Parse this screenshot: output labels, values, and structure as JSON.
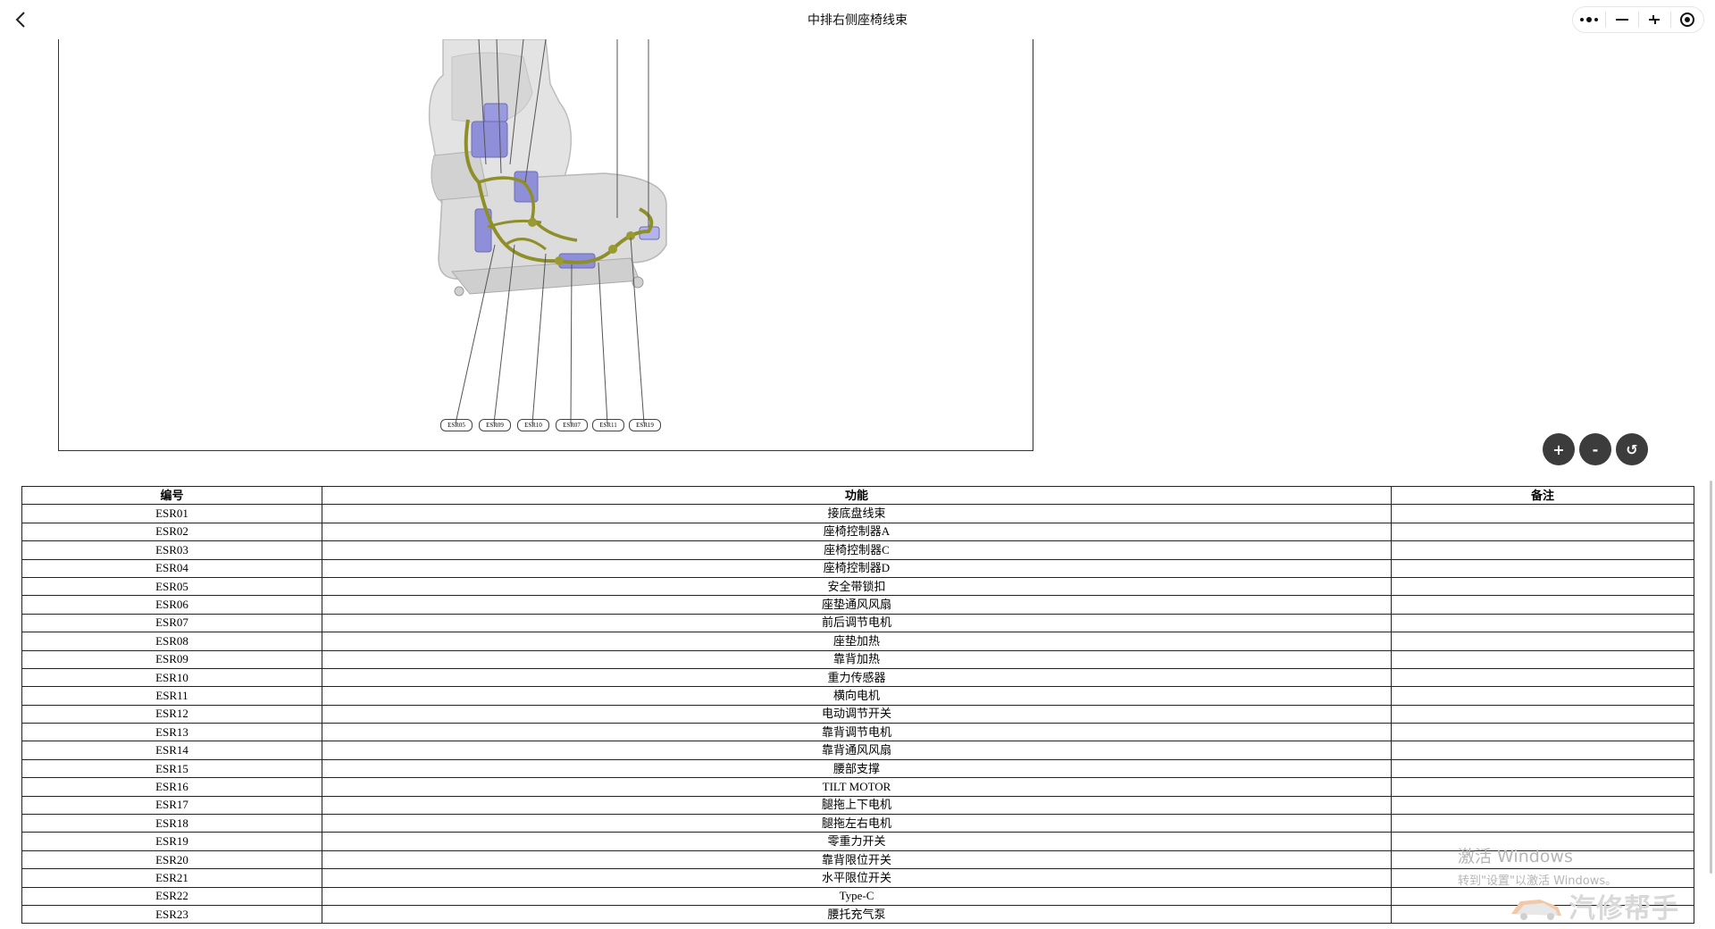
{
  "header": {
    "title": "中排右侧座椅线束"
  },
  "capsule": {
    "icons": [
      "more-icon",
      "minimize-icon",
      "shrink-icon",
      "close-circle-icon"
    ]
  },
  "diagram": {
    "labels": [
      "ESR05",
      "ESR09",
      "ESR10",
      "ESR07",
      "ESR11",
      "ESR19"
    ]
  },
  "zoom": {
    "zoom_in_label": "+",
    "zoom_out_label": "-",
    "reset_label": "↺"
  },
  "table": {
    "headers": [
      "编号",
      "功能",
      "备注"
    ],
    "rows": [
      {
        "code": "ESR01",
        "func": "接底盘线束",
        "note": ""
      },
      {
        "code": "ESR02",
        "func": "座椅控制器A",
        "note": ""
      },
      {
        "code": "ESR03",
        "func": "座椅控制器C",
        "note": ""
      },
      {
        "code": "ESR04",
        "func": "座椅控制器D",
        "note": ""
      },
      {
        "code": "ESR05",
        "func": "安全带锁扣",
        "note": ""
      },
      {
        "code": "ESR06",
        "func": "座垫通风风扇",
        "note": ""
      },
      {
        "code": "ESR07",
        "func": "前后调节电机",
        "note": ""
      },
      {
        "code": "ESR08",
        "func": "座垫加热",
        "note": ""
      },
      {
        "code": "ESR09",
        "func": "靠背加热",
        "note": ""
      },
      {
        "code": "ESR10",
        "func": "重力传感器",
        "note": ""
      },
      {
        "code": "ESR11",
        "func": "横向电机",
        "note": ""
      },
      {
        "code": "ESR12",
        "func": "电动调节开关",
        "note": ""
      },
      {
        "code": "ESR13",
        "func": "靠背调节电机",
        "note": ""
      },
      {
        "code": "ESR14",
        "func": "靠背通风风扇",
        "note": ""
      },
      {
        "code": "ESR15",
        "func": "腰部支撑",
        "note": ""
      },
      {
        "code": "ESR16",
        "func": "TILT MOTOR",
        "note": ""
      },
      {
        "code": "ESR17",
        "func": "腿拖上下电机",
        "note": ""
      },
      {
        "code": "ESR18",
        "func": "腿拖左右电机",
        "note": ""
      },
      {
        "code": "ESR19",
        "func": "零重力开关",
        "note": ""
      },
      {
        "code": "ESR20",
        "func": "靠背限位开关",
        "note": ""
      },
      {
        "code": "ESR21",
        "func": "水平限位开关",
        "note": ""
      },
      {
        "code": "ESR22",
        "func": "Type-C",
        "note": ""
      },
      {
        "code": "ESR23",
        "func": "腰托充气泵",
        "note": ""
      }
    ]
  },
  "watermark": {
    "line1": "激活 Windows",
    "line2": "转到\"设置\"以激活 Windows。"
  },
  "brand": {
    "name": "汽修帮手"
  }
}
